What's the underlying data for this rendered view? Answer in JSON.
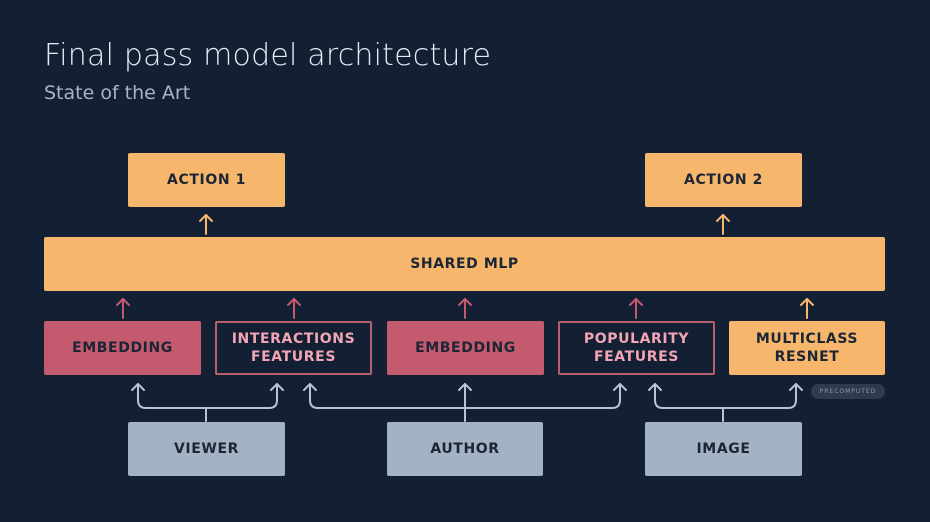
{
  "title": "Final pass model architecture",
  "subtitle": "State of the Art",
  "outputs": {
    "action1": "ACTION 1",
    "action2": "ACTION 2"
  },
  "shared_mlp": "SHARED MLP",
  "features": {
    "embedding_viewer": "EMBEDDING",
    "interactions": "INTERACTIONS\nFEATURES",
    "embedding_author": "EMBEDDING",
    "popularity": "POPULARITY\nFEATURES",
    "multiclass": "MULTICLASS\nRESNET"
  },
  "precomputed": "PRECOMPUTED",
  "inputs": {
    "viewer": "VIEWER",
    "author": "AUTHOR",
    "image": "IMAGE"
  },
  "colors": {
    "background": "#132034",
    "orange": "#f6b66c",
    "pink": "#c45a6e",
    "pink_outline": "#b95d70",
    "grey": "#a4b3c3",
    "arrow_light": "#b9c4d2"
  }
}
